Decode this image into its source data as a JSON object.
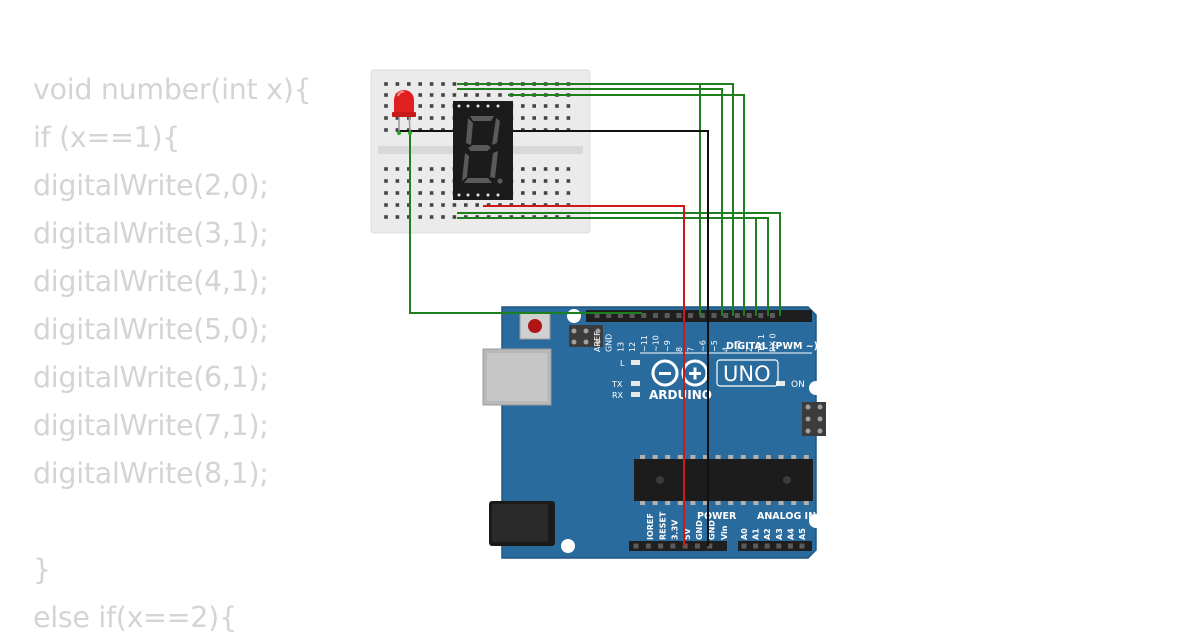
{
  "code": {
    "lines": [
      "void number(int x){",
      "if (x==1){",
      "digitalWrite(2,0);",
      "digitalWrite(3,1);",
      "digitalWrite(4,1);",
      "digitalWrite(5,0);",
      "digitalWrite(6,1);",
      "digitalWrite(7,1);",
      "digitalWrite(8,1);",
      "",
      "}",
      "else if(x==2){"
    ]
  },
  "board": {
    "brand": "ARDUINO",
    "model": "UNO",
    "digital_label": "DIGITAL (PWM ~)",
    "power_label": "POWER",
    "analog_label": "ANALOG IN",
    "on_label": "ON",
    "l_label": "L",
    "tx_label": "TX",
    "rx_label": "RX",
    "digital_pins": [
      "AREF",
      "GND",
      "13",
      "12",
      "~11",
      "~10",
      "~9",
      "8",
      "7",
      "~6",
      "~5",
      "4",
      "~3",
      "2",
      "TX 1",
      "RX 0"
    ],
    "power_pins": [
      "IOREF",
      "RESET",
      "3.3V",
      "5V",
      "GND",
      "GND",
      "Vin"
    ],
    "analog_pins": [
      "A0",
      "A1",
      "A2",
      "A3",
      "A4",
      "A5"
    ]
  },
  "colors": {
    "board": "#2a6b9e",
    "wire_green": "#1e7f1e",
    "wire_red": "#d01818",
    "wire_black": "#111111",
    "led": "#e02020",
    "breadboard": "#ebebeb",
    "code_text": "#d4d4d4"
  },
  "icons": {
    "led": "red-led-icon",
    "display": "seven-segment-display-icon",
    "logo": "arduino-infinity-logo-icon"
  }
}
